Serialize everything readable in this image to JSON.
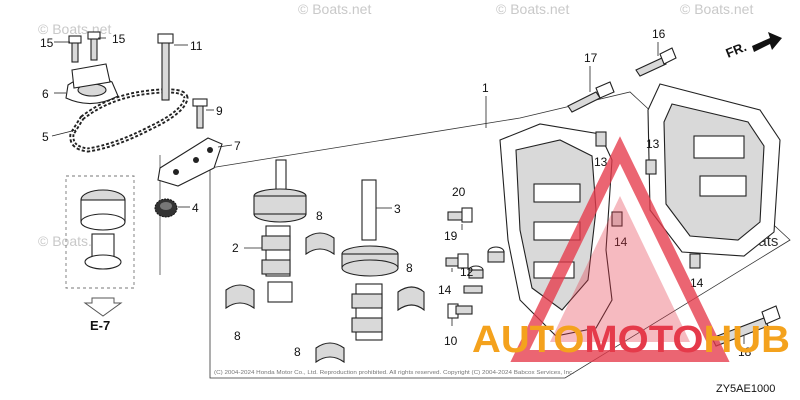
{
  "diagram": {
    "code": "ZY5AE1000",
    "ref_label": "E-7",
    "direction_label": "FR.",
    "fine_print": "(C) 2004-2024 Honda Motor Co., Ltd. Reproduction prohibited. All rights reserved. Copyright (C) 2004-2024 Babcox Services, Inc.",
    "watermarks": [
      "© Boats.net",
      "© Boats.net",
      "© Boats.net",
      "© Boats.net",
      "© Boats.net",
      "Boats"
    ],
    "callouts": {
      "c1": "1",
      "c2": "2",
      "c3": "3",
      "c4": "4",
      "c5": "5",
      "c6": "6",
      "c7": "7",
      "c8a": "8",
      "c8b": "8",
      "c8c": "8",
      "c8d": "8",
      "c9": "9",
      "c10": "10",
      "c11": "11",
      "c12": "12",
      "c13a": "13",
      "c13b": "13",
      "c14a": "14",
      "c14b": "14",
      "c14c": "14",
      "c15a": "15",
      "c15b": "15",
      "c16": "16",
      "c17": "17",
      "c18": "18",
      "c19": "19",
      "c20": "20"
    }
  },
  "brand": {
    "logo_text": "AUTOMOTOHUB",
    "logo_part1": "AUTO",
    "logo_part2": "MOTO",
    "logo_part3": "HUB",
    "colors": {
      "orange": "#f4a21d",
      "red": "#e53a4a"
    }
  }
}
